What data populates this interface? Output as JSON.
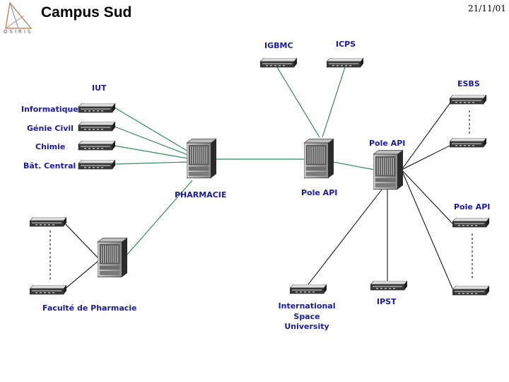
{
  "header": {
    "title": "Campus Sud",
    "date": "21/11/01",
    "logo_text": "OSIRIS"
  },
  "labels": {
    "igbmc": "IGBMC",
    "icps": "ICPS",
    "iut": "IUT",
    "esbs": "ESBS",
    "informatique": "Informatique",
    "genie_civil": "Génie Civil",
    "chimie": "Chimie",
    "bat_central": "Bât. Central",
    "pharmacie": "PHARMACIE",
    "pole_api_center": "Pole API",
    "pole_api_router": "Pole API",
    "pole_api_right": "Pole API",
    "faculte_pharmacie": "Faculté de Pharmacie",
    "isu_line1": "International",
    "isu_line2": "Space",
    "isu_line3": "University",
    "ipst": "IPST"
  },
  "colors": {
    "label": "#1a1aa0",
    "green_link": "#2e8b57",
    "black_link": "#000000"
  }
}
